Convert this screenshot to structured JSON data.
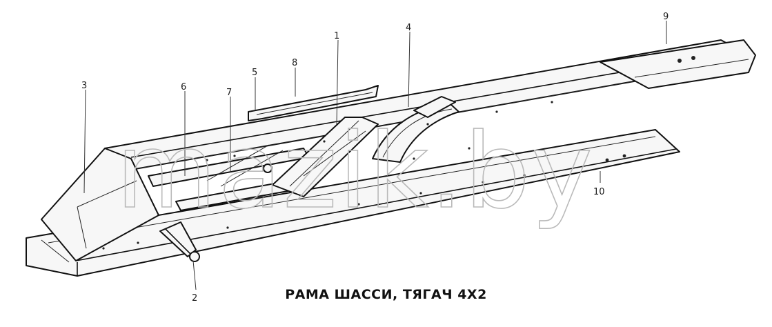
{
  "caption": "РАМА ШАССИ, ТЯГАЧ 4X2",
  "watermark": "mazik.by",
  "callouts": [
    "1",
    "2",
    "3",
    "4",
    "5",
    "6",
    "7",
    "8",
    "9",
    "10"
  ],
  "colors": {
    "line": "#111111",
    "fill": "#f7f7f7",
    "watermark": "#b9b9b9"
  }
}
